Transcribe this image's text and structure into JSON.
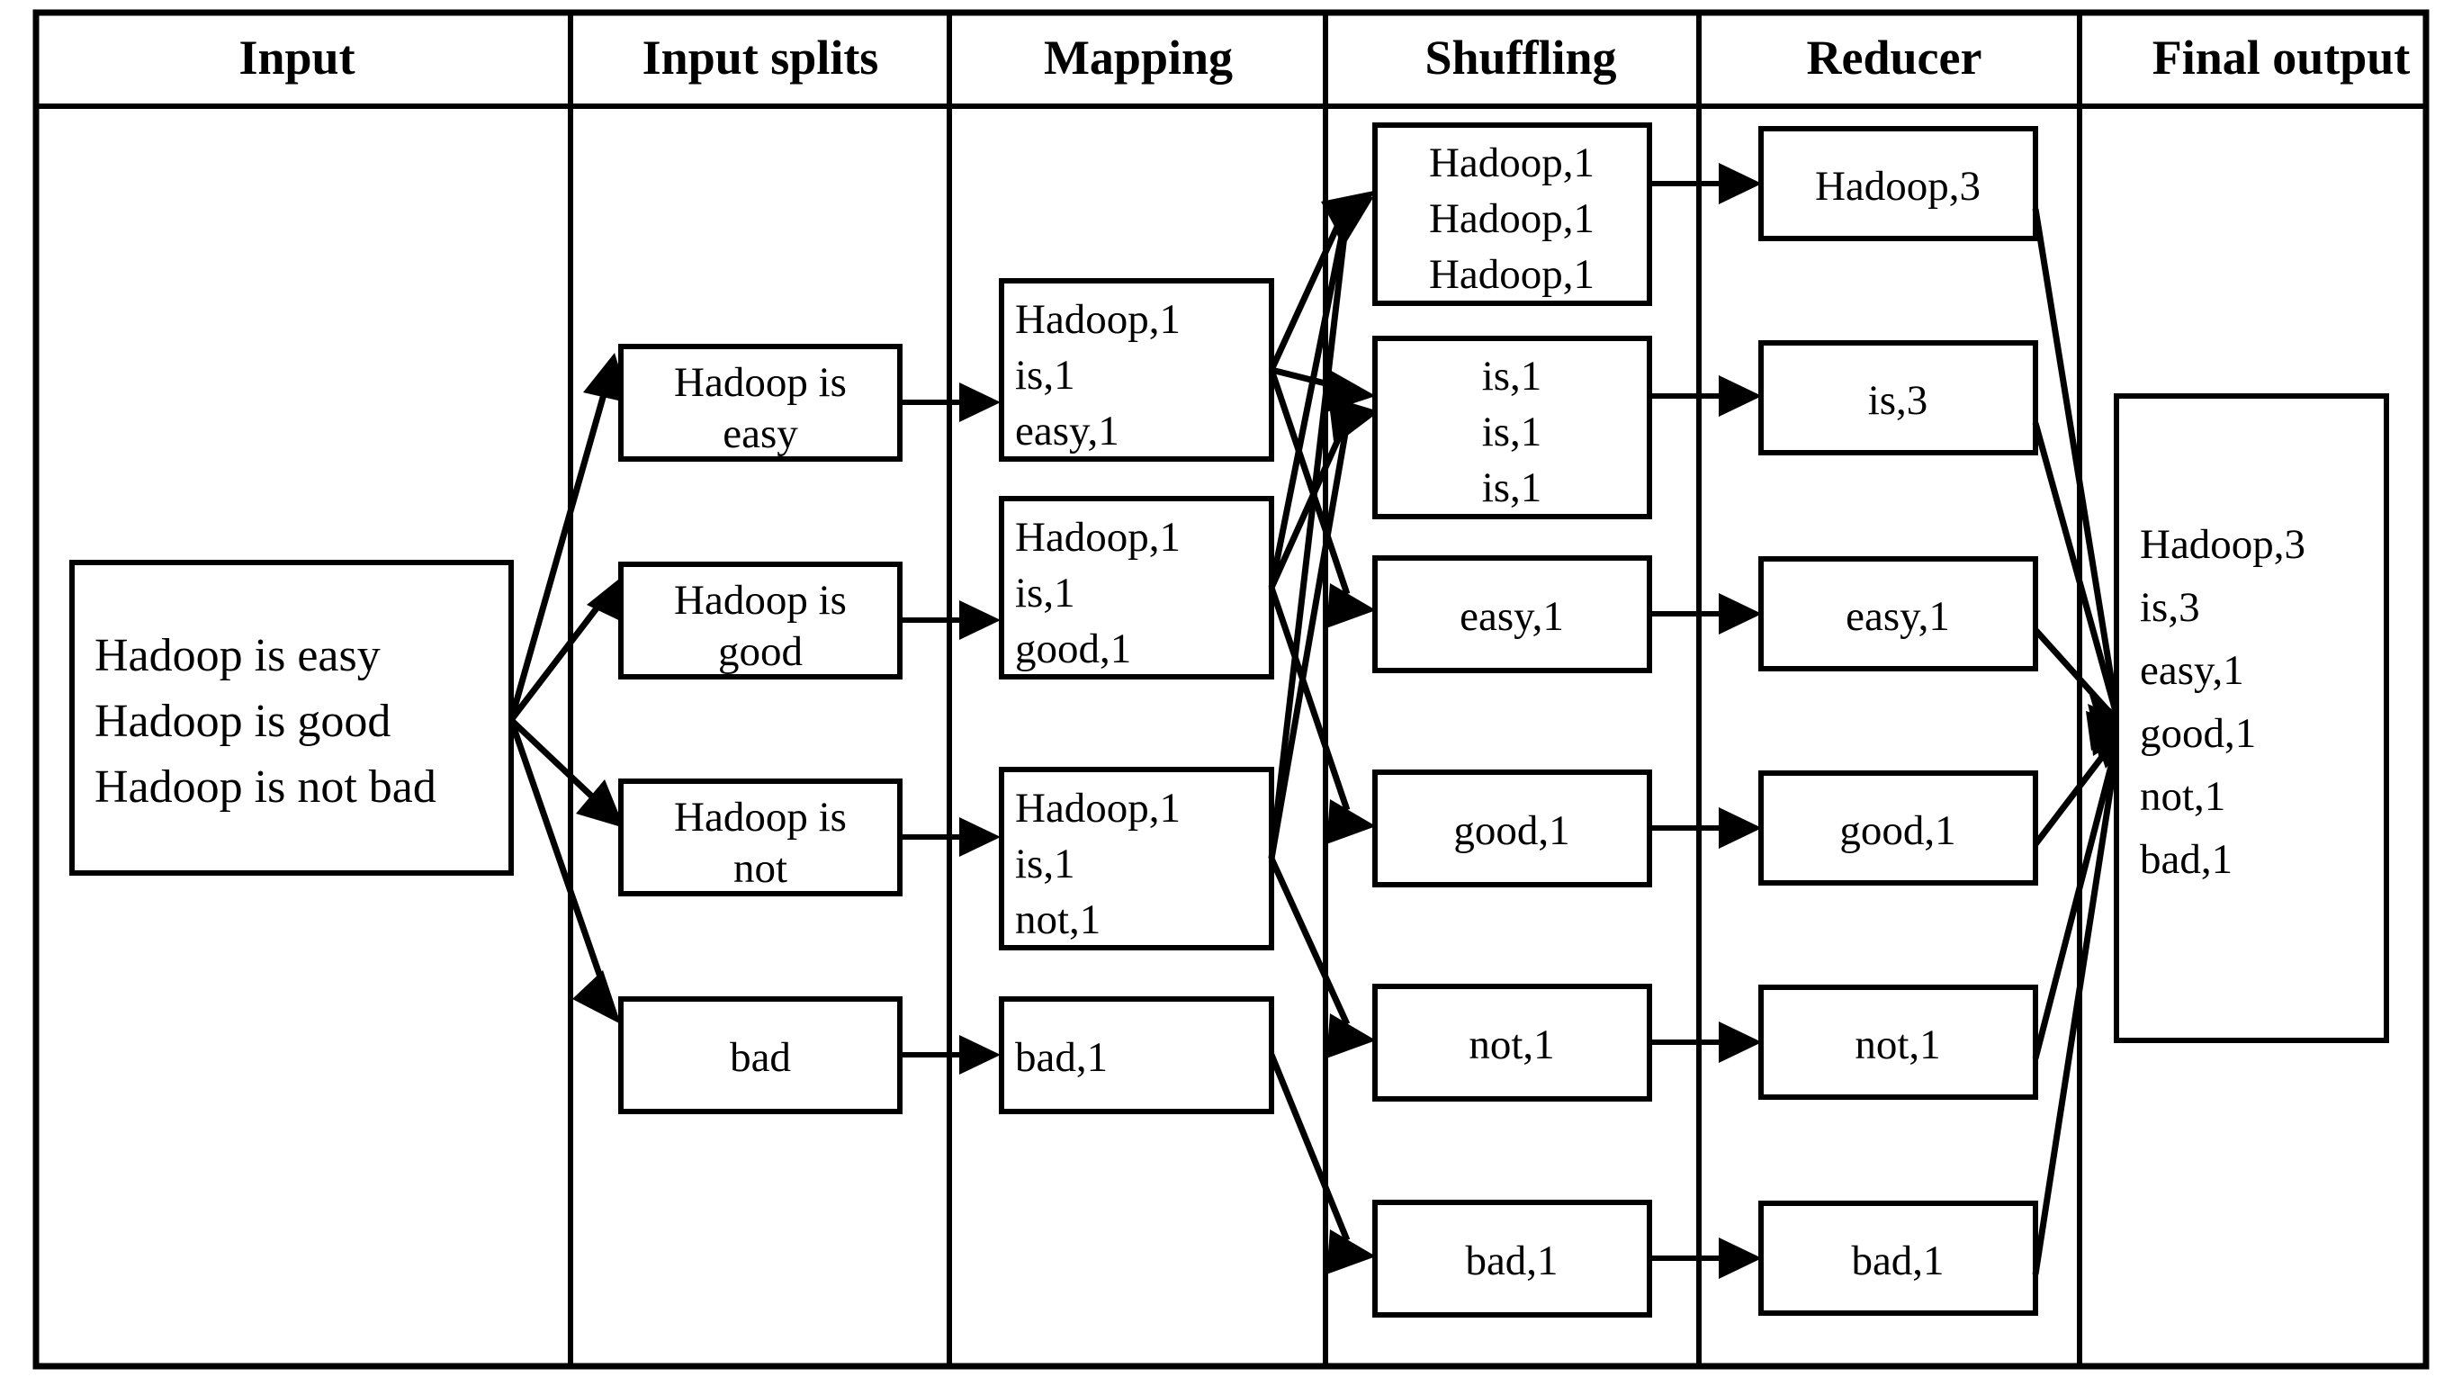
{
  "diagram": {
    "title": "MapReduce word count data flow",
    "colors": {
      "stroke": "#000000",
      "fill": "#ffffff",
      "background": "#ffffff"
    },
    "columns": [
      {
        "id": "input",
        "label": "Input"
      },
      {
        "id": "input-splits",
        "label": "Input splits"
      },
      {
        "id": "mapping",
        "label": "Mapping"
      },
      {
        "id": "shuffling",
        "label": "Shuffling"
      },
      {
        "id": "reducer",
        "label": "Reducer"
      },
      {
        "id": "final-output",
        "label": "Final output"
      }
    ],
    "input_box": {
      "lines": [
        "Hadoop is easy",
        "Hadoop is good",
        "Hadoop is not bad"
      ]
    },
    "input_splits": [
      {
        "lines": [
          "Hadoop is",
          "easy"
        ]
      },
      {
        "lines": [
          "Hadoop is",
          "good"
        ]
      },
      {
        "lines": [
          "Hadoop is",
          "not"
        ]
      },
      {
        "lines": [
          "bad"
        ]
      }
    ],
    "mapping": [
      {
        "lines": [
          "Hadoop,1",
          "is,1",
          "easy,1"
        ]
      },
      {
        "lines": [
          "Hadoop,1",
          "is,1",
          "good,1"
        ]
      },
      {
        "lines": [
          "Hadoop,1",
          "is,1",
          "not,1"
        ]
      },
      {
        "lines": [
          "bad,1"
        ]
      }
    ],
    "shuffling": [
      {
        "lines": [
          "Hadoop,1",
          "Hadoop,1",
          "Hadoop,1"
        ]
      },
      {
        "lines": [
          "is,1",
          "is,1",
          "is,1"
        ]
      },
      {
        "lines": [
          "easy,1"
        ]
      },
      {
        "lines": [
          "good,1"
        ]
      },
      {
        "lines": [
          "not,1"
        ]
      },
      {
        "lines": [
          "bad,1"
        ]
      }
    ],
    "reducer": [
      {
        "lines": [
          "Hadoop,3"
        ]
      },
      {
        "lines": [
          "is,3"
        ]
      },
      {
        "lines": [
          "easy,1"
        ]
      },
      {
        "lines": [
          "good,1"
        ]
      },
      {
        "lines": [
          "not,1"
        ]
      },
      {
        "lines": [
          "bad,1"
        ]
      }
    ],
    "final_output": {
      "lines": [
        "Hadoop,3",
        "is,3",
        "easy,1",
        "good,1",
        "not,1",
        "bad,1"
      ]
    }
  }
}
